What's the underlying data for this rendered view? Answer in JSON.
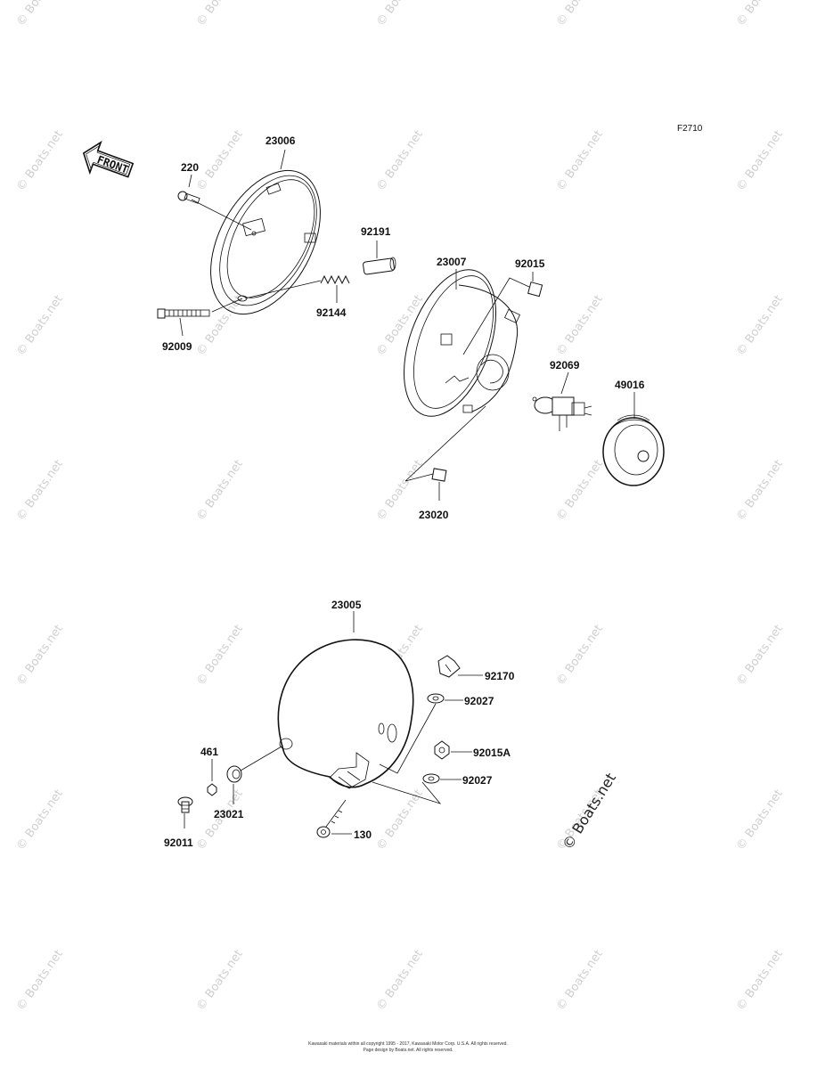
{
  "figure": {
    "code": "F2710",
    "front_label": "FRONT"
  },
  "parts": {
    "p23006": "23006",
    "p220": "220",
    "p92191": "92191",
    "p23007": "23007",
    "p92015": "92015",
    "p92144": "92144",
    "p92009": "92009",
    "p92069": "92069",
    "p49016": "49016",
    "p23020": "23020",
    "p23005": "23005",
    "p92170": "92170",
    "p92027a": "92027",
    "p92015A": "92015A",
    "p92027b": "92027",
    "p461": "461",
    "p23021": "23021",
    "p92011": "92011",
    "p130": "130"
  },
  "watermark": {
    "text": "© Boats.net"
  },
  "footer": {
    "line1": "Kawasaki materials within all copyright 1995 - 2017, Kawasaki Motor Corp. U.S.A. All rights reserved.",
    "line2": "Page design by Boats.net. All rights reserved."
  }
}
